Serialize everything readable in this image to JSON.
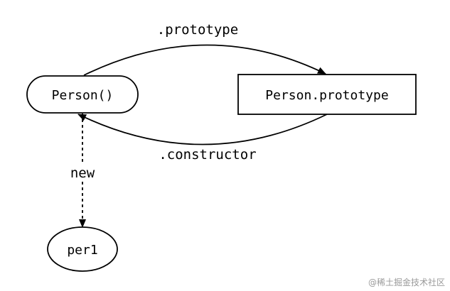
{
  "nodes": {
    "person_constructor": {
      "label": "Person()"
    },
    "person_prototype": {
      "label": "Person.prototype"
    },
    "per1": {
      "label": "per1"
    }
  },
  "edges": {
    "prototype": {
      "label": ".prototype"
    },
    "constructor": {
      "label": ".constructor"
    },
    "new": {
      "label": "new"
    }
  },
  "watermark": {
    "text": "@稀土掘金技术社区"
  },
  "colors": {
    "stroke": "#000000",
    "background": "#ffffff",
    "watermark": "#9a9a9a"
  }
}
